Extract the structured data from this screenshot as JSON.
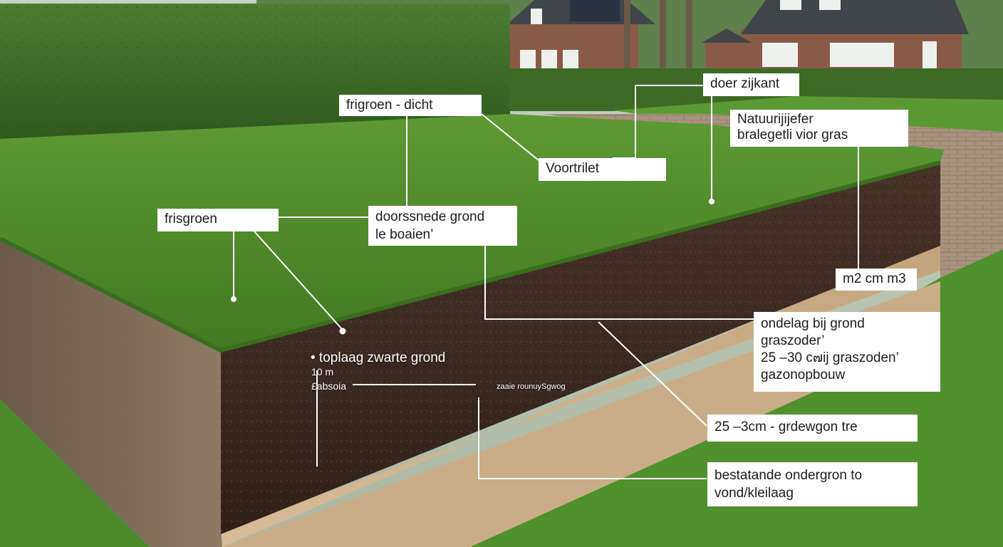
{
  "colors": {
    "hedge": "#3e6a26",
    "lawn": "#4f8d2c",
    "topsoil": "#3b2a20",
    "subsoil": "#c9ad86",
    "paving": "#a89684",
    "house_brick": "#8a5a48",
    "label_bg": "#ffffff",
    "leader": "#ffffff"
  },
  "labels": {
    "frigroen_dicht": "frigroen - dicht",
    "doer_zijkant": "doer zijkant",
    "natuur_line1": "Natuurijijefer",
    "natuur_line2": "bralegetli vior gras",
    "voortrilet": "Voortrilet",
    "frisgroen": "frisgroen",
    "doorsnede_line1": "doorssnede grond",
    "doorsnede_line2": "le boaien’",
    "m2cm": "m2 cm m3",
    "ondelag_line1": "ondelag bij grond",
    "ondelag_line2": "graszoder’",
    "ondelag_line3": "25 –30 c๗ij graszoden’",
    "ondelag_line4": "gazonopbouw",
    "depth_range": "25 –3cm - grdewgon tre",
    "bestaande_line1": "bestatande ondergron to",
    "bestaande_line2": "vond/kleilaag"
  },
  "annotations": {
    "toplaag": "• toplaag zwarte grond",
    "depth_a": "10 m",
    "depth_b": "£absoia",
    "zaaie": "zaaie rounuySgwog"
  }
}
